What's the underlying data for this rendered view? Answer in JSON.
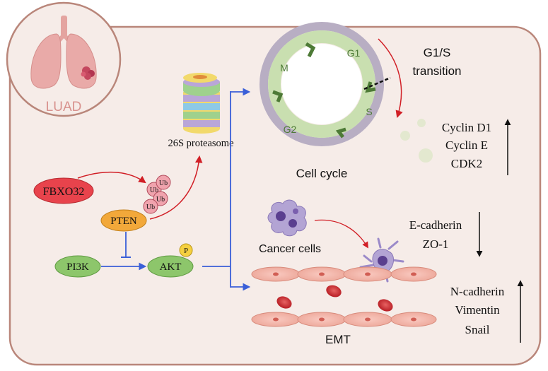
{
  "organ": {
    "label": "LUAD"
  },
  "proteasome": {
    "label": "26S proteasome"
  },
  "proteins": {
    "fbxo32": "FBXO32",
    "pten": "PTEN",
    "pi3k": "PI3K",
    "akt": "AKT",
    "phospho": "P",
    "ubiquitin": "Ub"
  },
  "cell_cycle": {
    "title": "Cell cycle",
    "phases": {
      "g1": "G1",
      "s": "S",
      "g2": "G2",
      "m": "M"
    },
    "transition": [
      "G1/S",
      "transition"
    ]
  },
  "cell_cycle_markers": {
    "items": [
      "Cyclin D1",
      "Cyclin E",
      "CDK2"
    ],
    "direction": "up"
  },
  "emt": {
    "title": "EMT",
    "cancer_label": "Cancer cells",
    "epithelial_markers": {
      "items": [
        "E-cadherin",
        "ZO-1"
      ],
      "direction": "down"
    },
    "mesenchymal_markers": {
      "items": [
        "N-cadherin",
        "Vimentin",
        "Snail"
      ],
      "direction": "up"
    }
  },
  "colors": {
    "panel_fill": "#f6ece8",
    "panel_stroke": "#b9867a",
    "fbxo32": "#e8434c",
    "pten": "#f2a83a",
    "pi3k_akt": "#8dc66b",
    "ubiquitin": "#f0a3ad",
    "inhibit_red": "#d11f26",
    "signal_blue": "#3a5fd8",
    "cycle_ring": "#c9dfb0",
    "cycle_outer": "#b8aec3"
  }
}
